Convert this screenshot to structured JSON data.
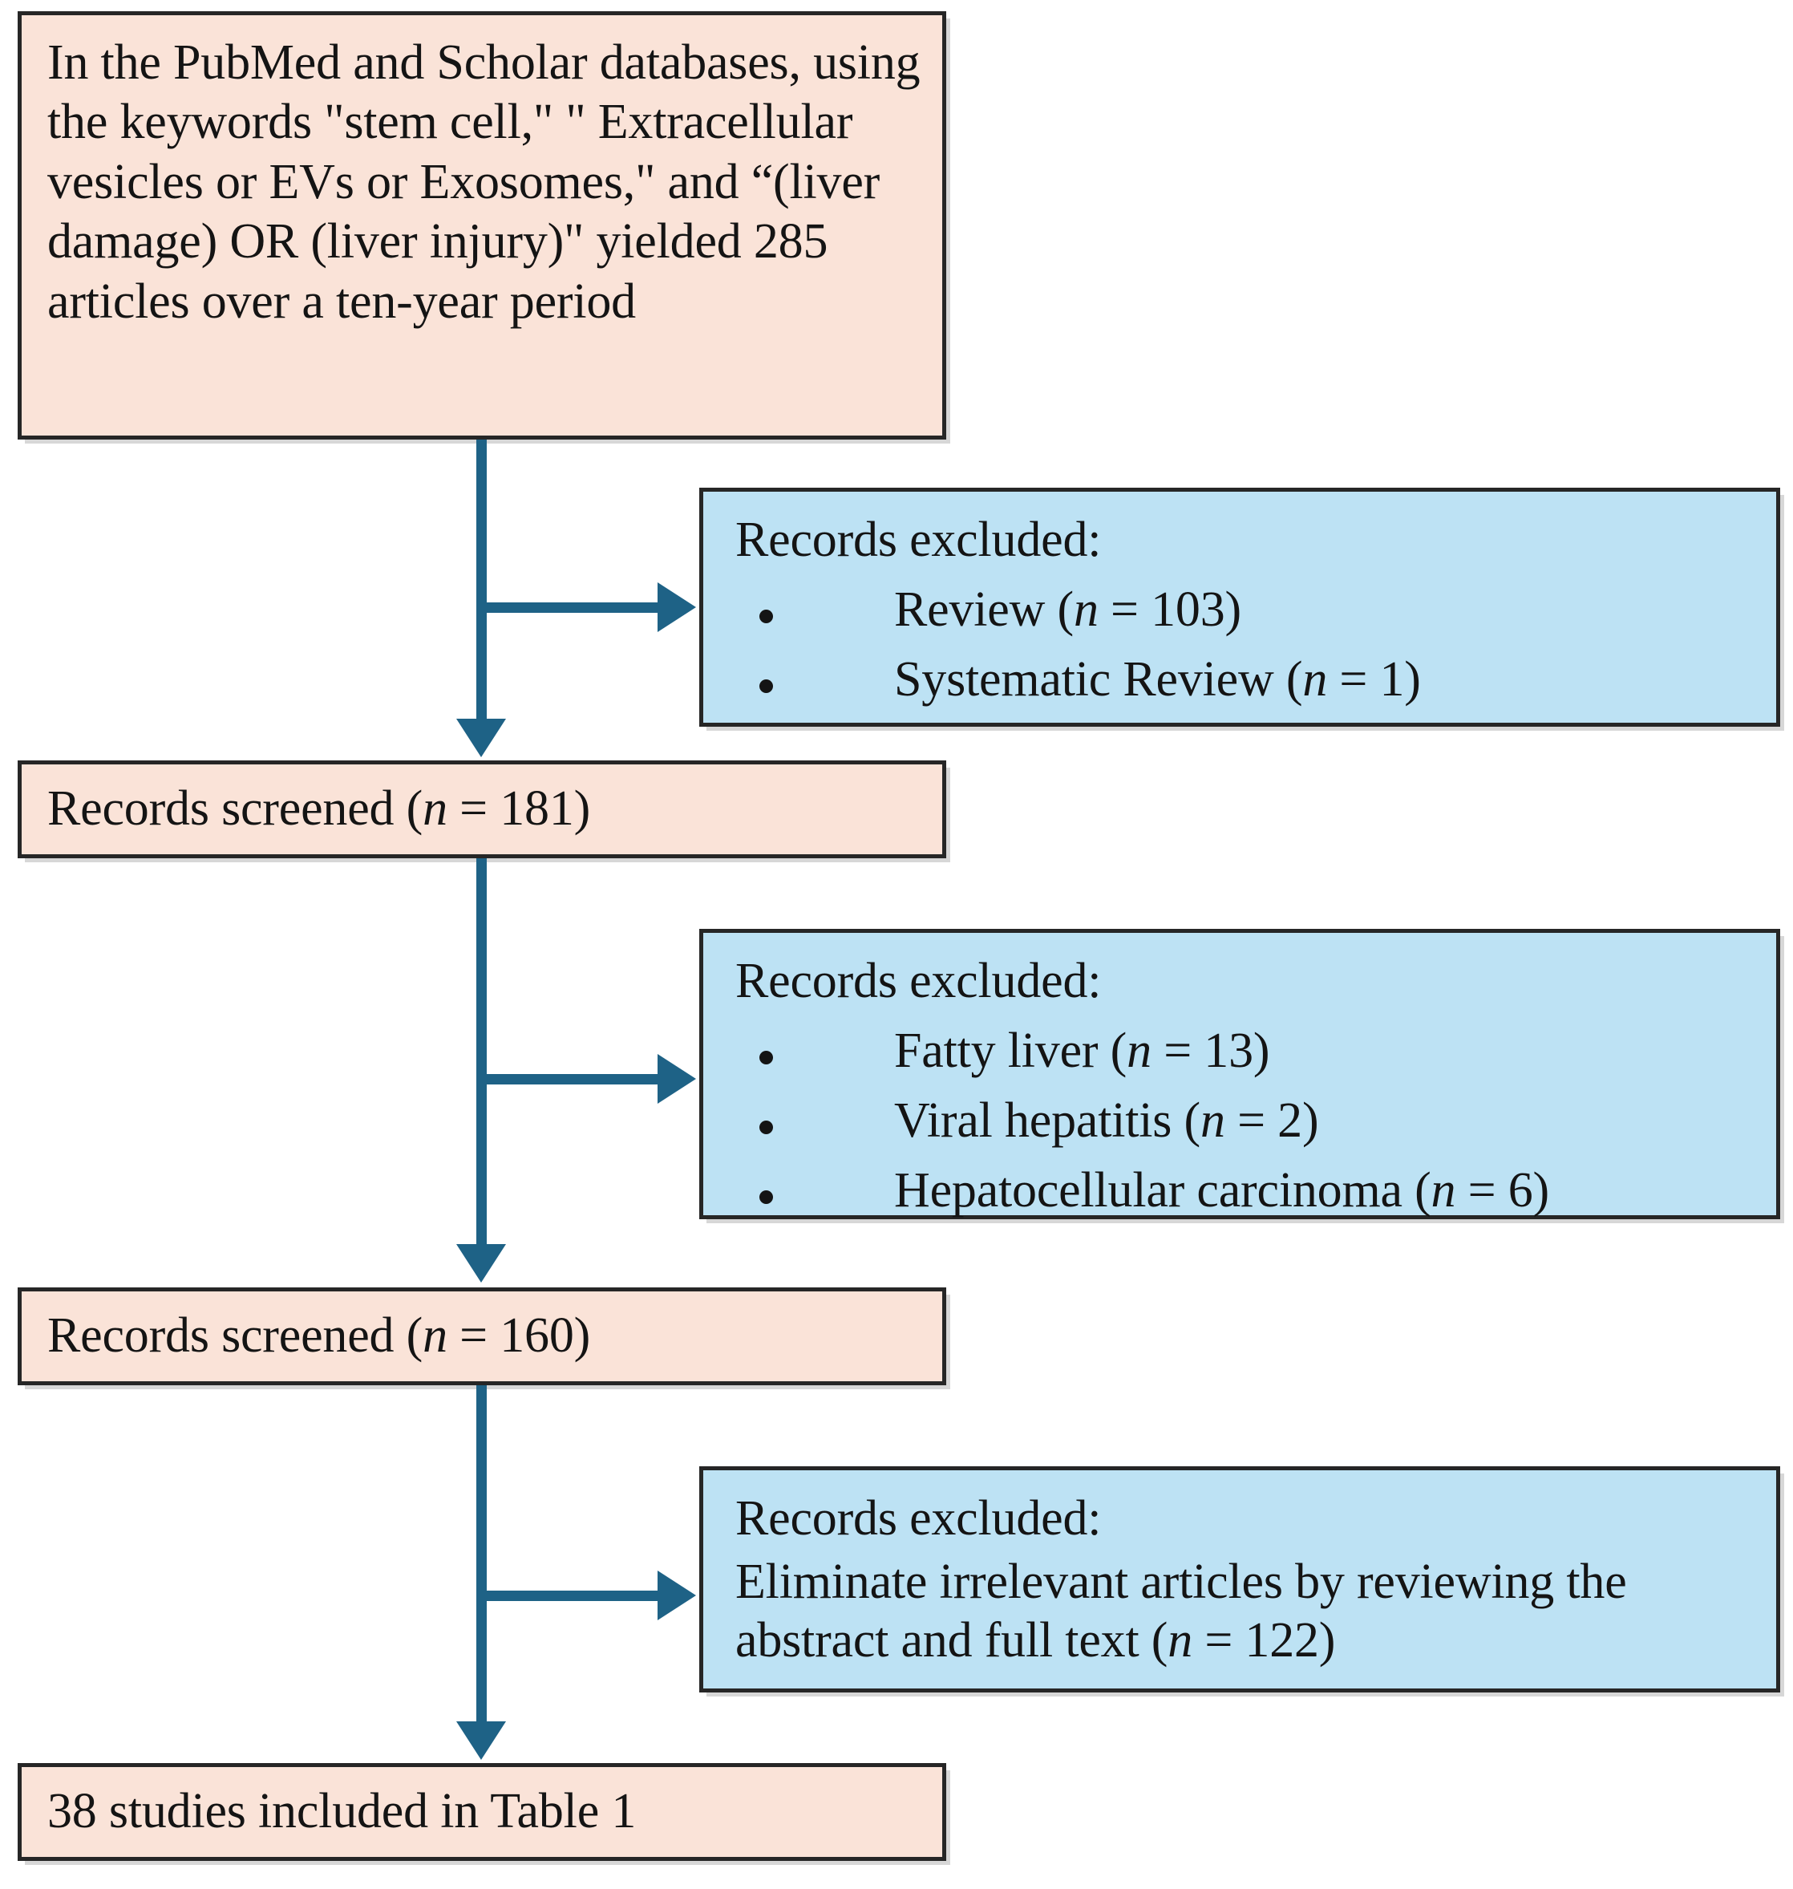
{
  "diagram": {
    "type": "prisma-flow-diagram",
    "colors": {
      "box_fill_source": "#FAE3D8",
      "box_fill_excluded": "#BDE2F4",
      "box_border": "#262626",
      "connector": "#1E6286",
      "text": "#141414"
    }
  },
  "nodes": {
    "search_strategy": {
      "text": "In the PubMed and Scholar databases, using the keywords \"stem cell,\" \" Extracellular vesicles or EVs or Exosomes,\" and “(liver damage) OR (liver injury)\" yielded 285 articles over a ten-year period",
      "records_found": 285,
      "period": "ten-year period",
      "databases": [
        "PubMed",
        "Scholar"
      ],
      "keywords": [
        "stem cell",
        "Extracellular vesicles or EVs or Exosomes",
        "(liver damage) OR (liver injury)"
      ]
    },
    "screened_1": {
      "label": "Records screened (",
      "n_prefix": "n",
      "n_text": " = 181)",
      "full": "Records screened (n = 181)",
      "n": 181
    },
    "screened_2": {
      "label": "Records screened (",
      "n_prefix": "n",
      "n_text": " = 160)",
      "full": "Records screened (n = 160)",
      "n": 160
    },
    "included": {
      "full": "38 studies included in Table 1",
      "n": 38,
      "table": "Table 1"
    },
    "excluded_1": {
      "title": "Records excluded:",
      "items": [
        {
          "label": "Review (",
          "n_prefix": "n",
          "n_text": " = 103)",
          "full": "Review (n = 103)",
          "n": 103
        },
        {
          "label": "Systematic Review (",
          "n_prefix": "n",
          "n_text": " = 1)",
          "full": "Systematic Review (n = 1)",
          "n": 1
        }
      ]
    },
    "excluded_2": {
      "title": "Records excluded:",
      "items": [
        {
          "label": "Fatty liver (",
          "n_prefix": "n",
          "n_text": " = 13)",
          "full": "Fatty liver (n = 13)",
          "n": 13
        },
        {
          "label": "Viral hepatitis (",
          "n_prefix": "n",
          "n_text": " = 2)",
          "full": "Viral hepatitis (n = 2)",
          "n": 2
        },
        {
          "label": "Hepatocellular carcinoma (",
          "n_prefix": "n",
          "n_text": " = 6)",
          "full": "Hepatocellular carcinoma (n = 6)",
          "n": 6
        }
      ]
    },
    "excluded_3": {
      "title": "Records excluded:",
      "paragraph_label": "Eliminate irrelevant articles by reviewing the abstract and full text (",
      "n_prefix": "n",
      "n_text": " = 122)",
      "paragraph_full": "Eliminate irrelevant articles by reviewing the abstract and full text (n = 122)",
      "n": 122
    }
  }
}
